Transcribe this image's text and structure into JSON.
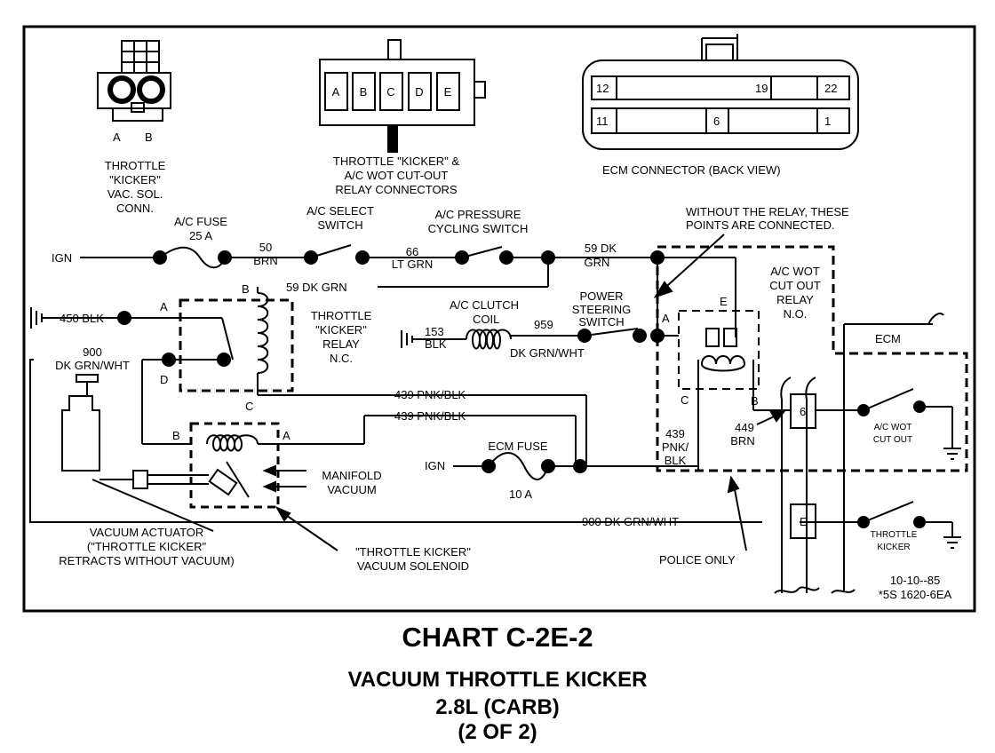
{
  "chart": {
    "title": "CHART C-2E-2",
    "subtitle_1": "VACUUM THROTTLE KICKER",
    "subtitle_2": "2.8L  (CARB)",
    "subtitle_3": "(2 OF 2)",
    "date": "10-10--85",
    "doc_number": "*5S 1620-6EA"
  },
  "connectors": {
    "solenoid_pins": [
      "A",
      "B"
    ],
    "solenoid_caption": [
      "THROTTLE",
      "\"KICKER\"",
      "VAC. SOL.",
      "CONN."
    ],
    "relay_pins": [
      "A",
      "B",
      "C",
      "D",
      "E"
    ],
    "relay_caption": [
      "THROTTLE \"KICKER\" &",
      "A/C WOT CUT-OUT",
      "RELAY CONNECTORS"
    ],
    "ecm_pins_top": [
      "12",
      "19",
      "22"
    ],
    "ecm_pins_bottom": [
      "11",
      "6",
      "1"
    ],
    "ecm_caption": "ECM CONNECTOR (BACK VIEW)"
  },
  "circuit": {
    "ign_1": "IGN",
    "ign_2": "IGN",
    "ac_fuse": [
      "A/C FUSE",
      "25 A"
    ],
    "wire_50": [
      "50",
      "BRN"
    ],
    "ac_select": [
      "A/C SELECT",
      "SWITCH"
    ],
    "wire_66": [
      "66",
      "LT GRN"
    ],
    "ac_pressure": [
      "A/C PRESSURE",
      "CYCLING SWITCH"
    ],
    "wire_59": [
      "59 DK",
      "GRN"
    ],
    "wire_59_full": "59 DK GRN",
    "relay_note": [
      "WITHOUT THE RELAY, THESE",
      "POINTS ARE CONNECTED."
    ],
    "wot_relay": [
      "A/C WOT",
      "CUT OUT",
      "RELAY",
      "N.O."
    ],
    "ground_450": "450 BLK",
    "kicker_relay": [
      "THROTTLE",
      "\"KICKER\"",
      "RELAY",
      "N.C."
    ],
    "ac_clutch": [
      "A/C CLUTCH",
      "COIL"
    ],
    "wire_153": [
      "153",
      "BLK"
    ],
    "wire_959": "959",
    "wire_959_color": "DK GRN/WHT",
    "ps_switch": [
      "POWER",
      "STEERING",
      "SWITCH"
    ],
    "wire_900": [
      "900",
      "DK GRN/WHT"
    ],
    "wire_900_full": "900 DK GRN/WHT",
    "wire_439_1": "439 PNK/BLK",
    "wire_439_2": "439 PNK/BLK",
    "wire_439_v": [
      "439",
      "PNK/",
      "BLK"
    ],
    "wire_449": [
      "449",
      "BRN"
    ],
    "ecm_fuse": [
      "ECM FUSE",
      "10 A"
    ],
    "manifold": [
      "MANIFOLD",
      "VACUUM"
    ],
    "actuator": [
      "VACUUM ACTUATOR",
      "(\"THROTTLE KICKER\"",
      "RETRACTS WITHOUT  VACUUM)"
    ],
    "vac_solenoid": [
      "\"THROTTLE KICKER\"",
      "VACUUM SOLENOID"
    ],
    "police_only": "POLICE ONLY",
    "ecm": "ECM",
    "ecm_pin_6": "6",
    "ecm_pin_e": "E",
    "ecm_ac_wot": [
      "A/C WOT",
      "CUT OUT"
    ],
    "ecm_kicker": [
      "THROTTLE",
      "KICKER"
    ],
    "pin_a": "A",
    "pin_b": "B",
    "pin_c": "C",
    "pin_d": "D",
    "pin_e": "E"
  }
}
